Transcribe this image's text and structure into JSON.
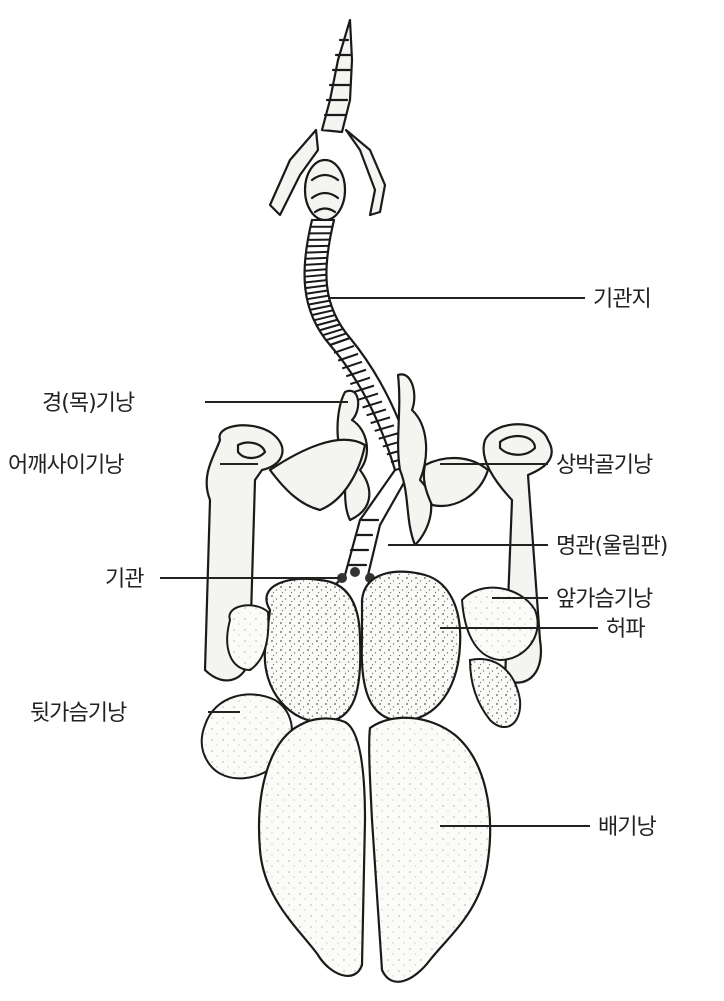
{
  "labels": {
    "trachea_bronchi": "기관지",
    "cervical_sac": "경(목)기낭",
    "interclavicular_sac": "어깨사이기낭",
    "humeral_sac": "상박골기낭",
    "syrinx": "명관(울림판)",
    "trachea": "기관",
    "anterior_thoracic_sac": "앞가슴기낭",
    "lung": "허파",
    "posterior_thoracic_sac": "뒷가슴기낭",
    "abdominal_sac": "배기낭"
  }
}
